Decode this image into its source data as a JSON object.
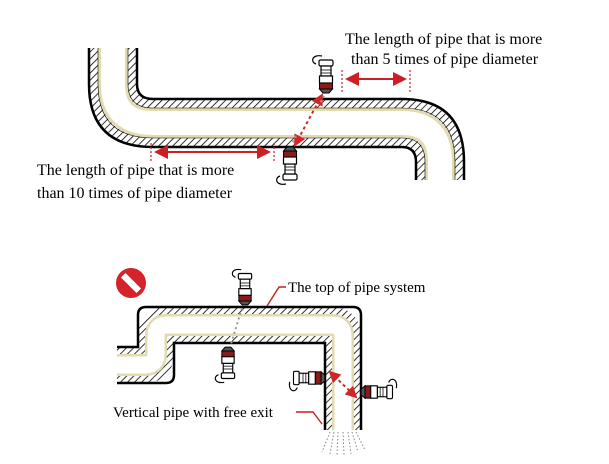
{
  "diagram_top": {
    "label_downstream_line1": "The length of pipe that is more",
    "label_downstream_line2": "than 5 times of pipe diameter",
    "label_upstream_line1": "The length of pipe that is more",
    "label_upstream_line2": "than 10 times of pipe diameter"
  },
  "diagram_bottom": {
    "label_top_of_system": "The top of pipe system",
    "label_vertical_exit": "Vertical pipe with free exit"
  },
  "colors": {
    "pipe_wall": "#000000",
    "pipe_liner": "#e3dbb0",
    "arrow": "#cc1f24",
    "prohibited": "#d4232b",
    "sensor_band": "#8b1a1a",
    "signal_path": "#d02626"
  },
  "icons": [
    "prohibited-icon",
    "transducer-icon",
    "water-spray-icon"
  ]
}
